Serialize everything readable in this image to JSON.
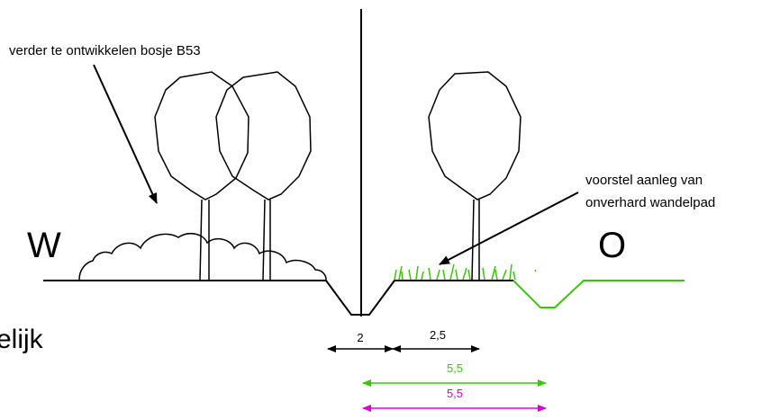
{
  "labels": {
    "woodland_note": "verder te ontwikkelen bosje B53",
    "path_note_line1": "voorstel aanleg van",
    "path_note_line2": "onverhard wandelpad",
    "west": "W",
    "east": "O",
    "cut_text": "elijk"
  },
  "dimensions": {
    "ditch_width": "2",
    "path_width": "2,5",
    "green_total": "5,5",
    "magenta_total": "5,5"
  },
  "colors": {
    "line": "#000000",
    "grass_green": "#33cc00",
    "dim_green": "#33cc00",
    "dim_magenta": "#dd00dd"
  }
}
